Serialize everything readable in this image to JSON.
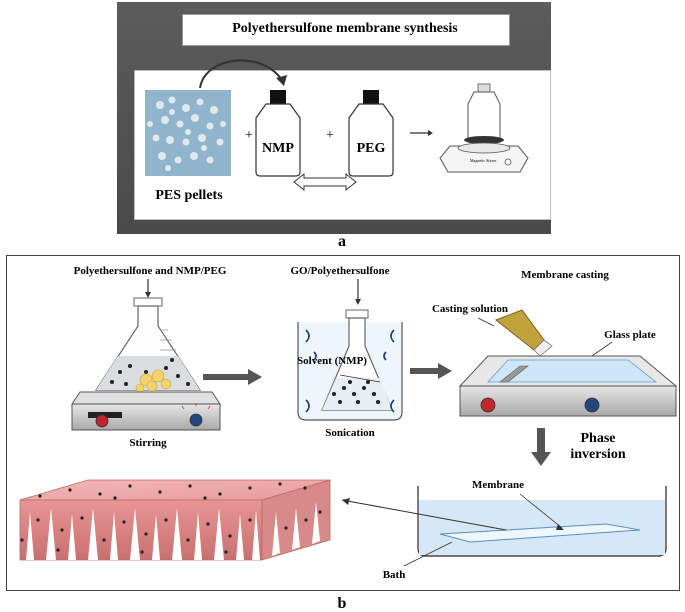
{
  "panel_a": {
    "title": "Polyethersulfone membrane synthesis",
    "pellets_label": "PES pellets",
    "bottle1_label": "NMP",
    "bottle2_label": "PEG",
    "plus1": "+",
    "plus2": "+",
    "stirrer_label": "Magnetic Stirrer",
    "caption": "a"
  },
  "panel_b": {
    "step1_label": "Polyethersulfone and NMP/PEG",
    "stirring_label": "Stirring",
    "step2_label": "GO/Polyethersulfone",
    "solvent_label": "Solvent (NMP)",
    "sonication_label": "Sonication",
    "casting_title": "Membrane casting",
    "casting_solution_label": "Casting solution",
    "glass_plate_label": "Glass plate",
    "phase_inversion_label": "Phase inversion",
    "membrane_label": "Membrane",
    "bath_label": "Bath",
    "caption": "b"
  },
  "colors": {
    "panel_a_bg": "#505050",
    "membrane_pink": "#e8a0a0",
    "arrow_gray": "#555555",
    "bath_blue": "#cfe3f5"
  }
}
